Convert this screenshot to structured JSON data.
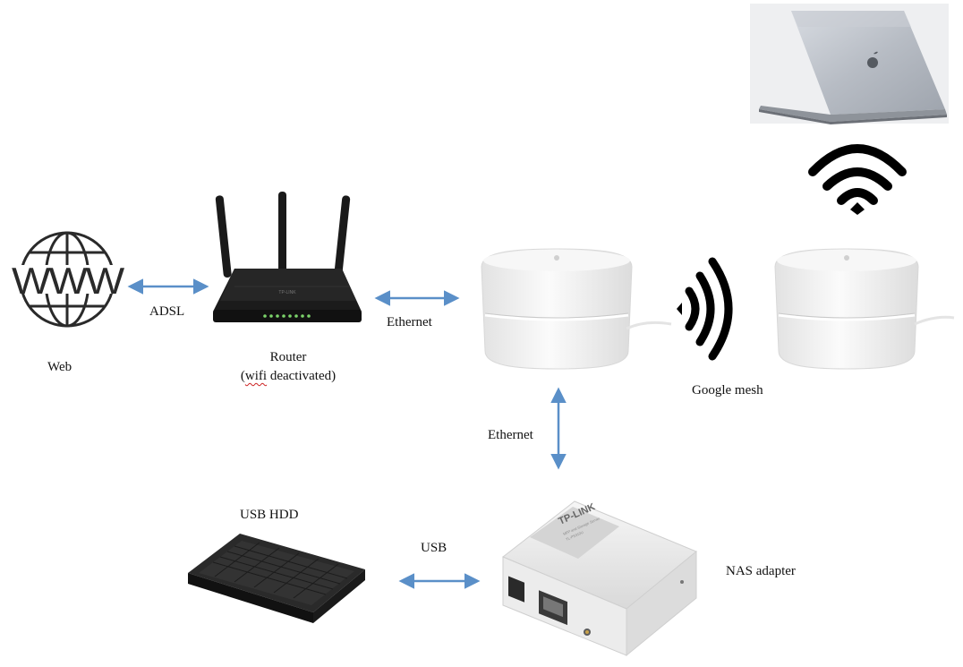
{
  "nodes": {
    "web": {
      "label": "Web",
      "icon": "globe-www-icon",
      "icon_text": "WWW"
    },
    "router": {
      "label_line1": "Router",
      "label_open": "(",
      "label_typo": "wifi",
      "label_rest": " deactivated)",
      "icon": "router-icon",
      "brand": "TP-LINK"
    },
    "mesh": {
      "label": "Google mesh",
      "icon": "mesh-point-icon"
    },
    "nas": {
      "label": "NAS adapter",
      "icon": "nas-adapter-icon",
      "brand": "TP-LINK",
      "model_line1": "MFP and Storage Server",
      "model_line2": "TL-PS310U"
    },
    "hdd": {
      "label": "USB HDD",
      "icon": "hard-drive-icon"
    },
    "laptop": {
      "icon": "laptop-icon"
    }
  },
  "links": {
    "adsl": {
      "label": "ADSL"
    },
    "ethernet_router_mesh": {
      "label": "Ethernet"
    },
    "ethernet_mesh_nas": {
      "label": "Ethernet"
    },
    "usb": {
      "label": "USB"
    },
    "wireless_mesh": {
      "icon": "wifi-signal-icon"
    },
    "wireless_laptop": {
      "icon": "wifi-icon"
    }
  },
  "colors": {
    "arrow": "#5a8fc8",
    "text": "#111111",
    "device_white": "#f2f2f2",
    "device_dark": "#1a1a1a"
  }
}
